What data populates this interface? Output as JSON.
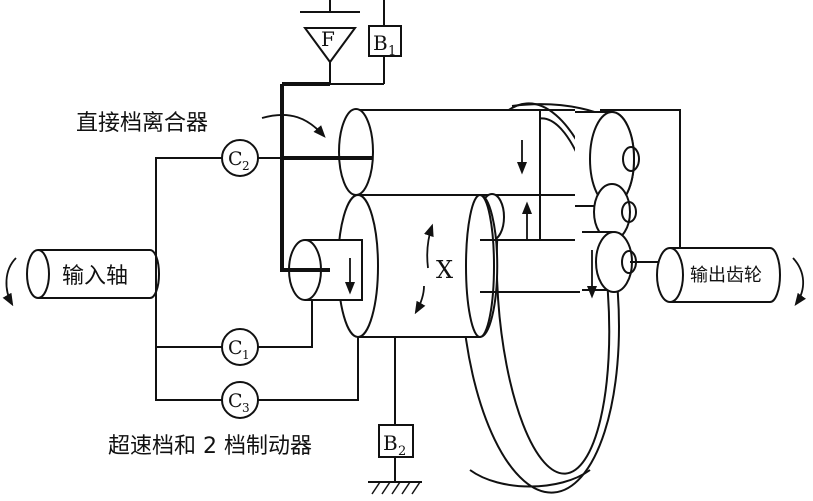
{
  "diagram": {
    "labels": {
      "direct_clutch": "直接档离合器",
      "overdrive_brake": "超速档和 2 档制动器",
      "input_shaft": "输入轴",
      "output_gear": "输出齿轮",
      "carrier": "X"
    },
    "elements": {
      "c1": {
        "letter": "C",
        "sub": "1"
      },
      "c2": {
        "letter": "C",
        "sub": "2"
      },
      "c3": {
        "letter": "C",
        "sub": "3"
      },
      "f": {
        "letter": "F"
      },
      "b1": {
        "letter": "B",
        "sub": "1"
      },
      "b2": {
        "letter": "B",
        "sub": "2"
      }
    },
    "colors": {
      "line": "#111111",
      "background": "#ffffff"
    }
  }
}
